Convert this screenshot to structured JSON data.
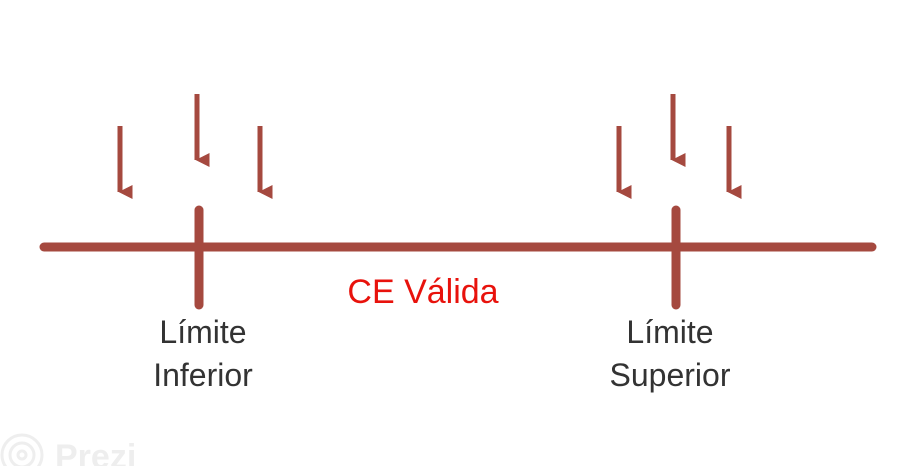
{
  "diagram": {
    "center_label": "CE Válida",
    "lower_limit": {
      "line1": "Límite",
      "line2": "Inferior"
    },
    "upper_limit": {
      "line1": "Límite",
      "line2": "Superior"
    }
  },
  "colors": {
    "line": "#a5493f",
    "center_label": "#e8120c",
    "limit_label": "#333333"
  },
  "watermark": {
    "text": "Prezi"
  }
}
